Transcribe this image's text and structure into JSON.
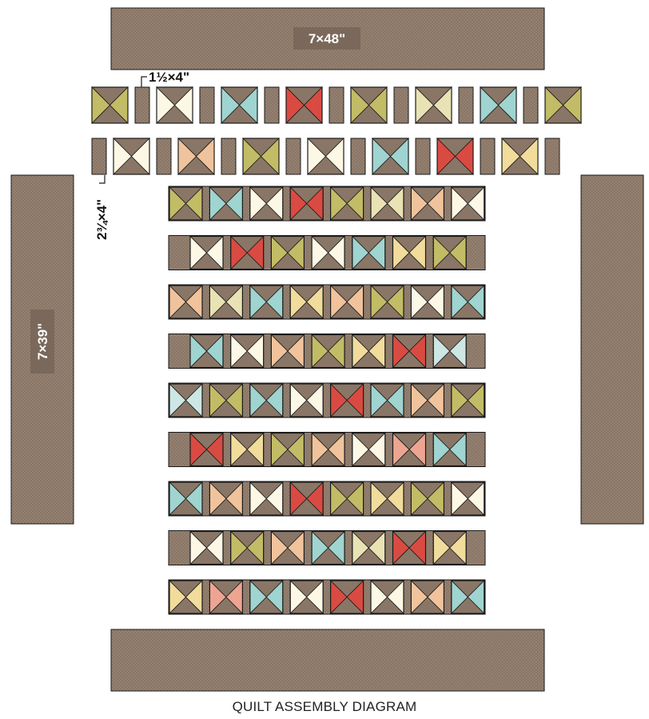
{
  "caption": "QUILT ASSEMBLY DIAGRAM",
  "labels": {
    "top_border": "7×48\"",
    "side_border": "7×39\"",
    "sashing_small": "1½×4\"",
    "sashing_row": "2¾×4\""
  },
  "colors": {
    "brown": "#8a7666",
    "stroke": "#1a1a1a",
    "label_bg": "#7a685a",
    "label_text": "#ffffff",
    "fabrics": {
      "olive": "#c2bc66",
      "teal": "#9fd4d0",
      "red": "#d94b42",
      "cream": "#fdf8e6",
      "lightyellow": "#e9e2b4",
      "peach": "#f0c39c",
      "yellow": "#f1dc9c",
      "pink": "#eda592",
      "lightteal": "#cde7e5"
    }
  },
  "top_rows": [
    [
      "b:olive",
      "s",
      "b:cream",
      "s",
      "b:teal",
      "s",
      "b:red",
      "s",
      "b:olive",
      "s",
      "b:lightyellow",
      "s",
      "b:teal",
      "s",
      "b:olive"
    ],
    [
      "s",
      "b:cream",
      "s",
      "b:peach",
      "s",
      "b:olive",
      "s",
      "b:cream",
      "s",
      "b:teal",
      "s",
      "b:red",
      "s",
      "b:yellow",
      "s"
    ]
  ],
  "block_rows": [
    [
      "olive",
      "teal",
      "cream",
      "red",
      "olive",
      "lightyellow",
      "peach",
      "cream"
    ],
    [
      "cream",
      "red",
      "olive",
      "cream",
      "teal",
      "yellow",
      "olive"
    ],
    [
      "peach",
      "lightyellow",
      "teal",
      "yellow",
      "peach",
      "olive",
      "cream",
      "teal"
    ],
    [
      "teal",
      "cream",
      "peach",
      "olive",
      "yellow",
      "red",
      "lightteal"
    ],
    [
      "lightteal",
      "olive",
      "teal",
      "cream",
      "red",
      "teal",
      "peach",
      "olive"
    ],
    [
      "red",
      "yellow",
      "olive",
      "peach",
      "cream",
      "pink",
      "teal"
    ],
    [
      "teal",
      "peach",
      "cream",
      "red",
      "olive",
      "yellow",
      "olive",
      "cream"
    ],
    [
      "cream",
      "olive",
      "peach",
      "teal",
      "lightyellow",
      "red",
      "yellow"
    ],
    [
      "yellow",
      "pink",
      "teal",
      "cream",
      "red",
      "cream",
      "peach",
      "teal"
    ]
  ]
}
